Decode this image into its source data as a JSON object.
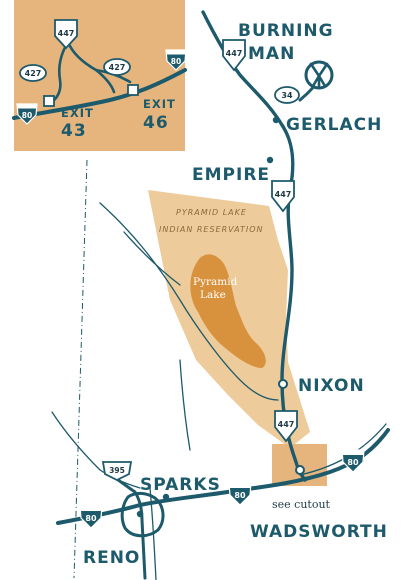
{
  "places": {
    "burning_man_1": "BURNING",
    "burning_man_2": "MAN",
    "gerlach": "GERLACH",
    "empire": "EMPIRE",
    "nixon": "NIXON",
    "sparks": "SPARKS",
    "reno": "RENO",
    "wadsworth": "WADSWORTH"
  },
  "reservation": {
    "line1": "PYRAMID LAKE",
    "line2": "INDIAN RESERVATION"
  },
  "lake": {
    "line1": "Pyramid",
    "line2": "Lake"
  },
  "routes": {
    "r447": "447",
    "r34": "34",
    "r427": "427",
    "us395": "395",
    "i80": "80"
  },
  "inset": {
    "exit_word": "EXIT",
    "exit_a": "43",
    "exit_b": "46"
  },
  "note": "see cutout",
  "colors": {
    "road": "#1d5a6b",
    "reservation": "#edcb9a",
    "lake": "#d8913d",
    "inset_bg": "#e5b57d"
  }
}
